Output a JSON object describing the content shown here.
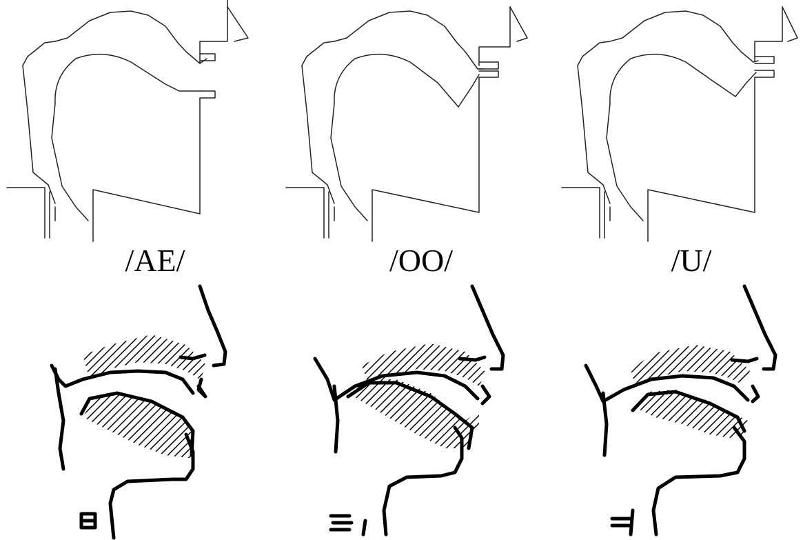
{
  "labels": {
    "ae": "/AE/",
    "oo": "/OO/",
    "u": "/U/"
  },
  "colors": {
    "line": "#222222",
    "ink": "#000000",
    "background": "#ffffff"
  }
}
